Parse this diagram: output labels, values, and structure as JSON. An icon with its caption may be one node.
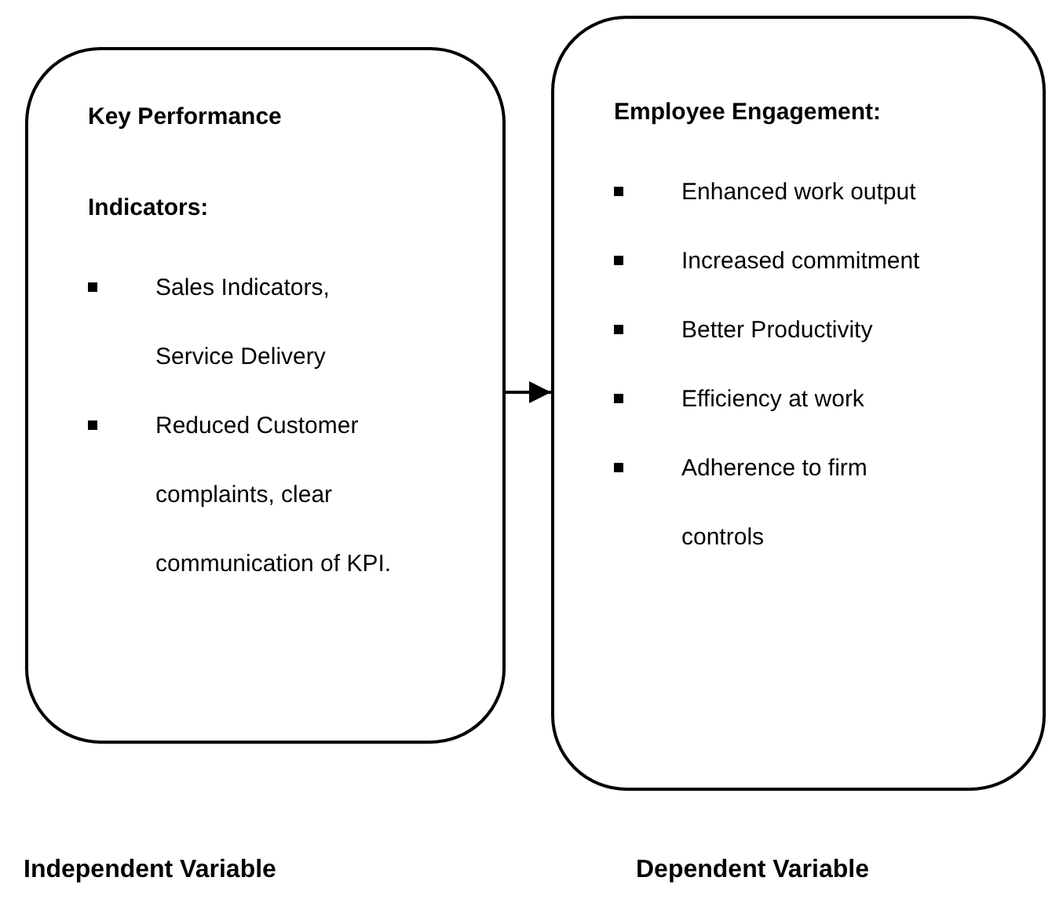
{
  "diagram": {
    "nodes": [
      {
        "text": [
          "Key Performance Indicators:",
          "Sales Indicators, Service Delivery",
          "Reduced Customer complaints, clear communication of KPI."
        ]
      },
      {
        "text": [
          "Employee Engagement:",
          "Enhanced work output",
          "Increased commitment",
          "Better Productivity",
          "Efficiency at work",
          "Adherence to firm controls"
        ]
      }
    ],
    "edges": [
      {
        "from": 0,
        "to": 1,
        "arrow": "to"
      }
    ],
    "labels": [
      "Independent Variable",
      "Dependent Variable"
    ]
  }
}
